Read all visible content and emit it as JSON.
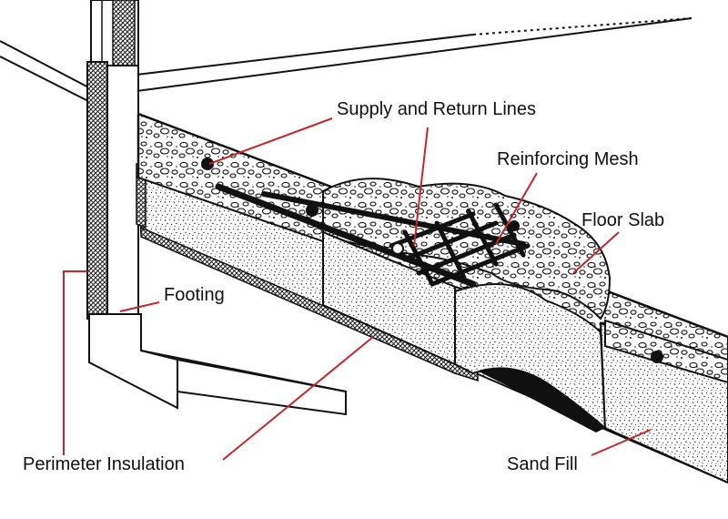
{
  "labels": {
    "supply_return": "Supply and Return Lines",
    "reinforcing_mesh": "Reinforcing Mesh",
    "floor_slab": "Floor Slab",
    "footing": "Footing",
    "perimeter_insulation": "Perimeter Insulation",
    "sand_fill": "Sand Fill"
  },
  "colors": {
    "leader_line": "#c0282e",
    "ink": "#111111",
    "background": "#ffffff"
  }
}
